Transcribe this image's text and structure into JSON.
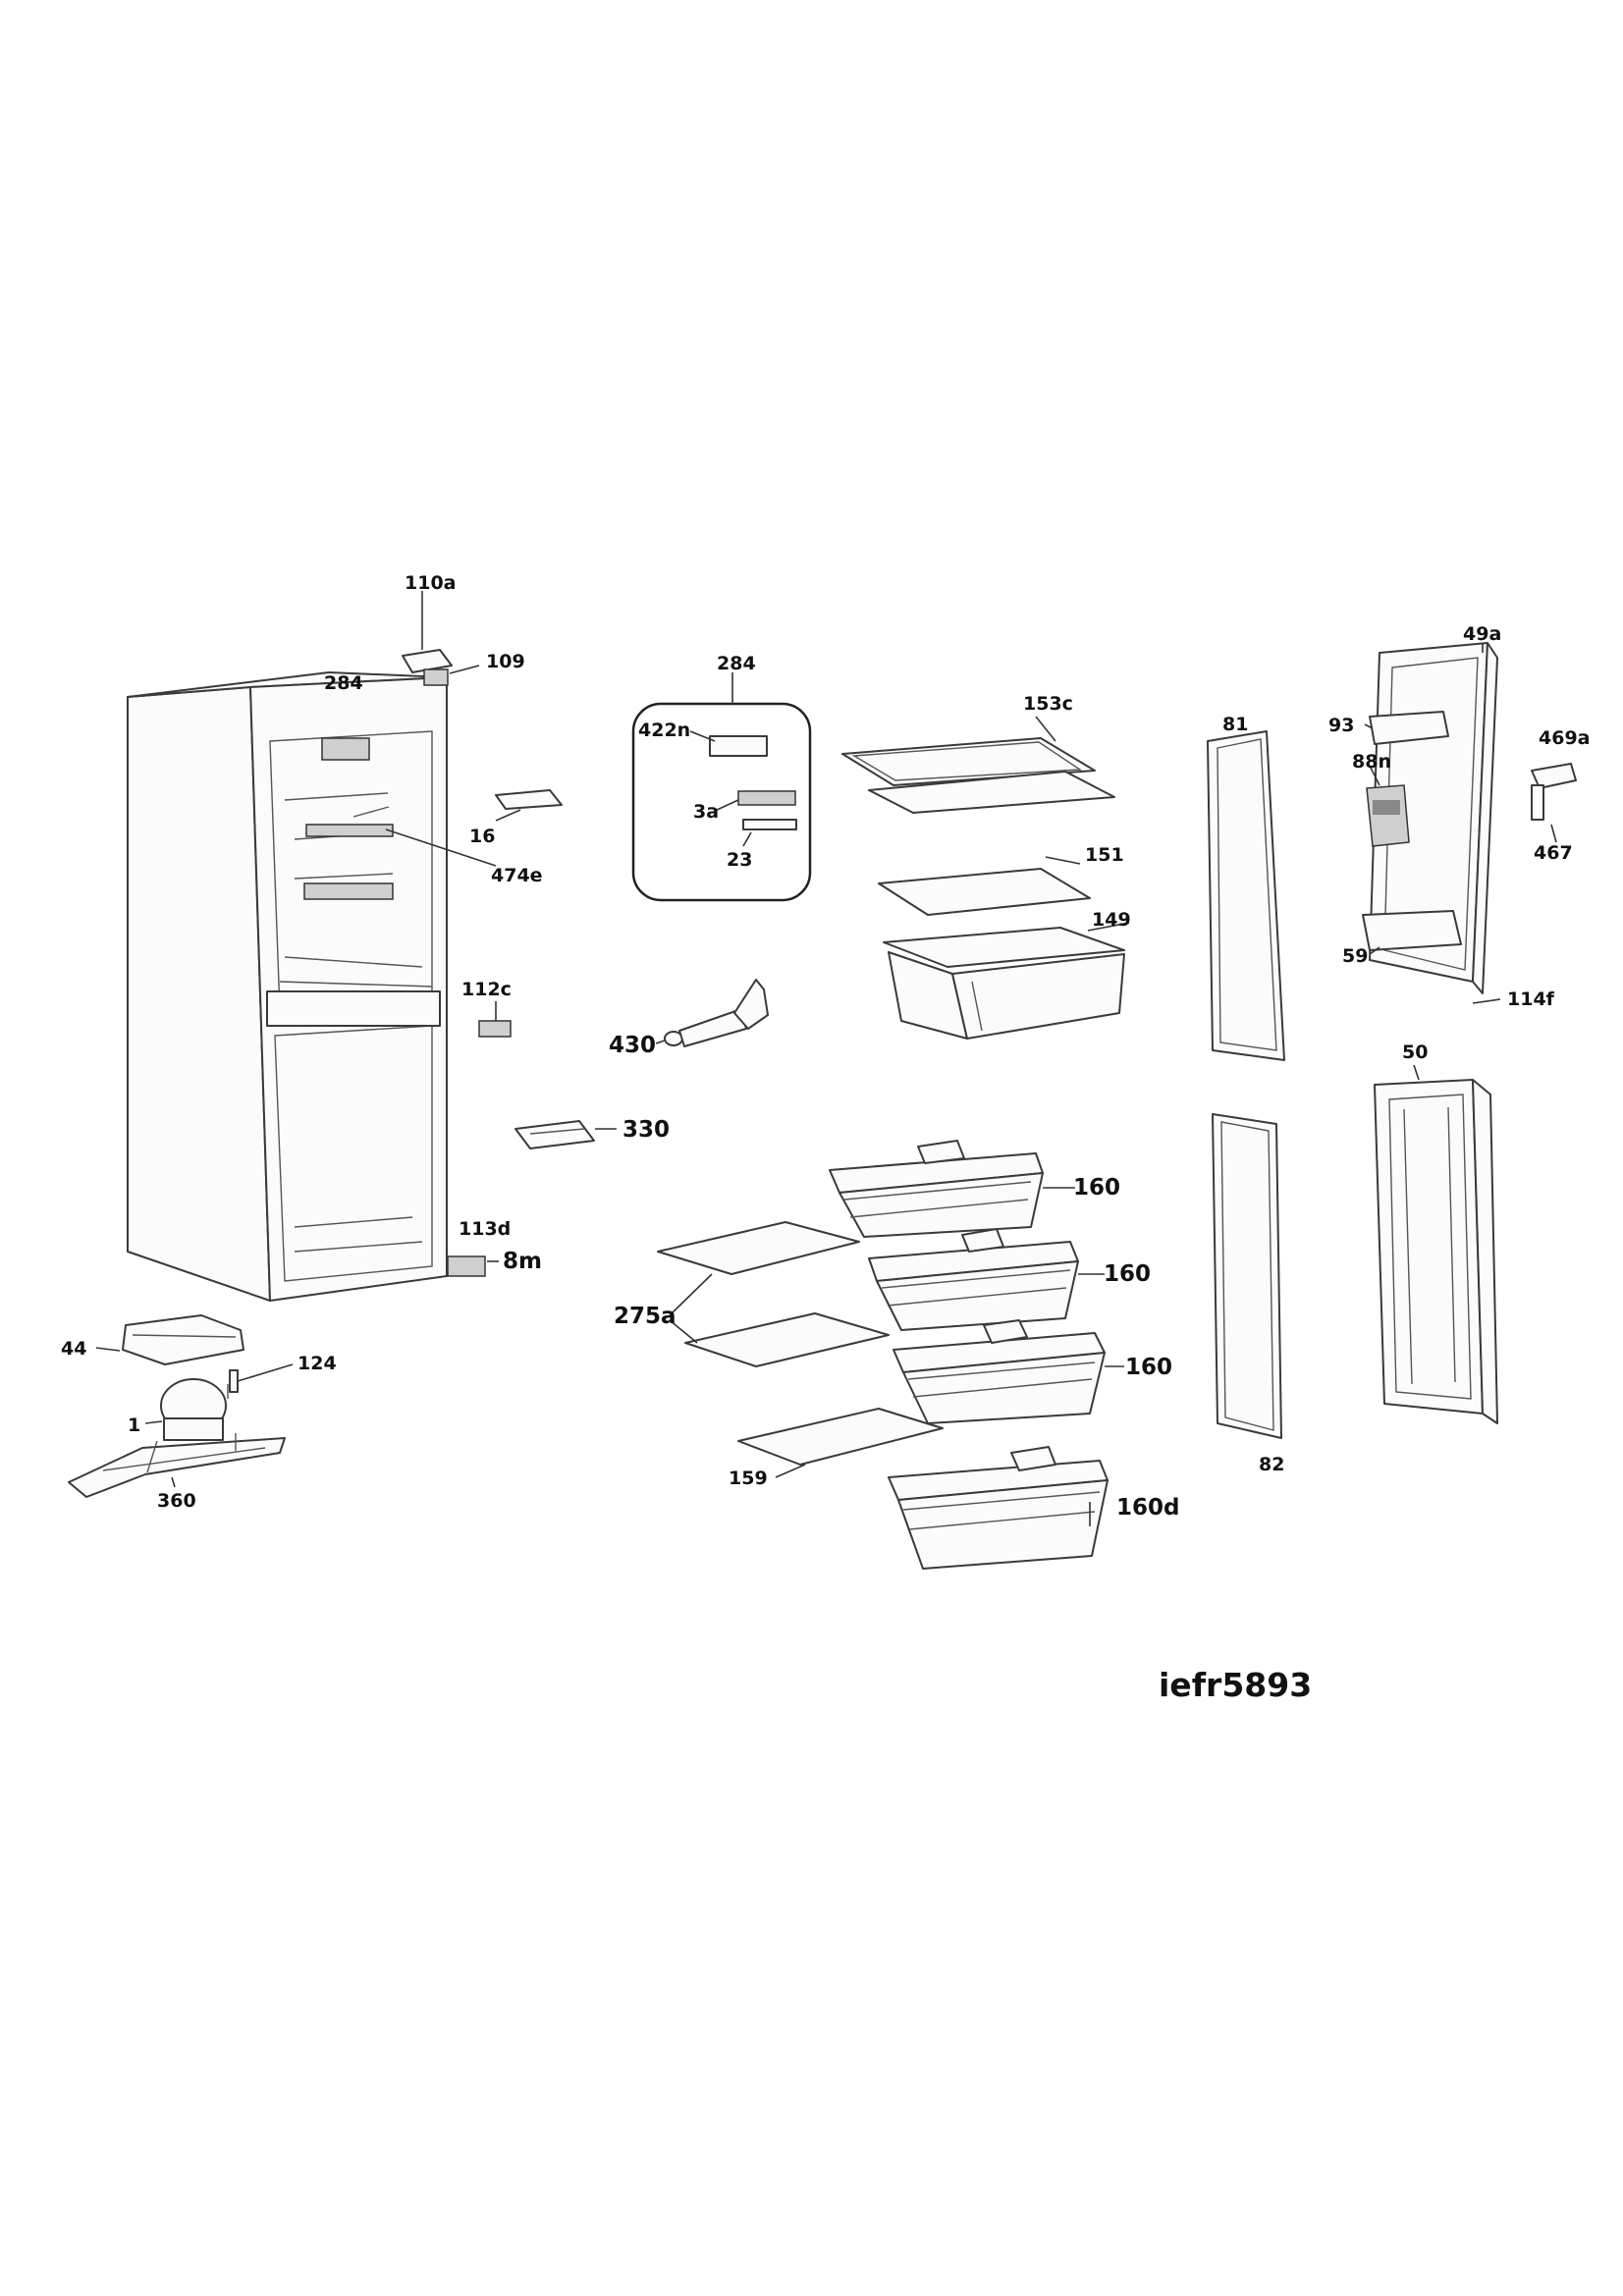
{
  "diagram": {
    "model_code": "iefr5893",
    "part_labels": {
      "p110a": "110a",
      "p109": "109",
      "p284_cab": "284",
      "p16": "16",
      "p474e": "474e",
      "p112c": "112c",
      "p330": "330",
      "p113d": "113d",
      "p8m": "8m",
      "p44": "44",
      "p124": "124",
      "p1": "1",
      "p360": "360",
      "p284_box": "284",
      "p422n": "422n",
      "p3a": "3a",
      "p23": "23",
      "p430": "430",
      "p153c": "153c",
      "p151": "151",
      "p149": "149",
      "p160_1": "160",
      "p160_2": "160",
      "p160_3": "160",
      "p160d": "160d",
      "p275a": "275a",
      "p159": "159",
      "p81": "81",
      "p82": "82",
      "p49a": "49a",
      "p93": "93",
      "p88n": "88n",
      "p469a": "469a",
      "p467": "467",
      "p59": "59",
      "p114f": "114f",
      "p50": "50"
    }
  }
}
